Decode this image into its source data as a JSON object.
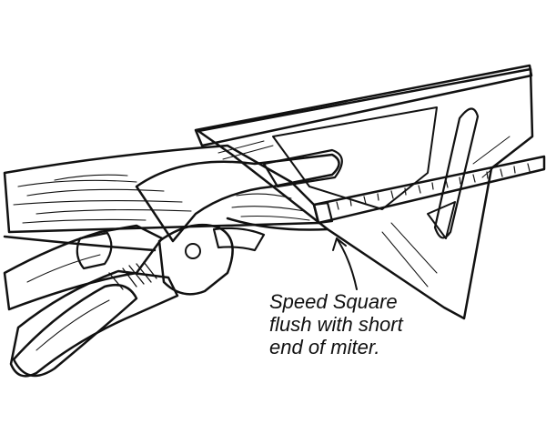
{
  "caption": {
    "line1": "Speed Square",
    "line2": "flush with short",
    "line3": "end of miter."
  },
  "colors": {
    "ink": "#111111",
    "paper": "#ffffff"
  }
}
